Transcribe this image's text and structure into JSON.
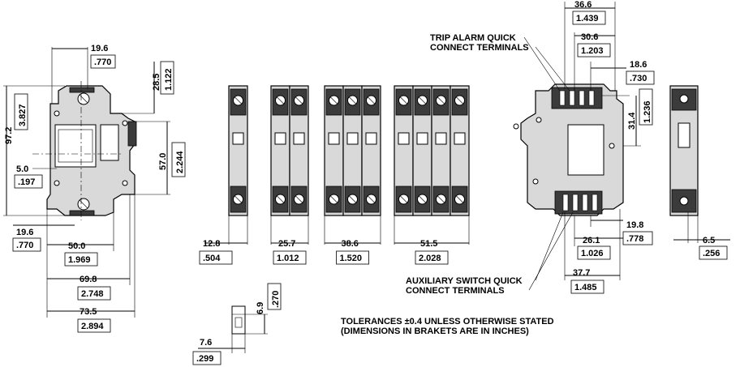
{
  "notes": {
    "trip_alarm": [
      "TRIP ALARM QUICK",
      "CONNECT TERMINALS"
    ],
    "aux_switch": [
      "AUXILIARY SWITCH QUICK",
      "CONNECT TERMINALS"
    ],
    "tolerances": [
      "TOLERANCES ±0.4 UNLESS OTHERWISE STATED",
      "(DIMENSIONS IN BRAKETS ARE IN INCHES)"
    ]
  },
  "side_view": {
    "top_width": {
      "mm": "19.6",
      "in": ".770"
    },
    "height": {
      "mm": "97.2",
      "in": "3.827"
    },
    "top_offset": {
      "mm": "28.5",
      "in": "1.122"
    },
    "middle": {
      "mm": "57.0",
      "in": "2.244"
    },
    "left_offset": {
      "mm": "5.0",
      "in": ".197"
    },
    "bottom_left": {
      "mm": "19.6",
      "in": ".770"
    },
    "w50": {
      "mm": "50.0",
      "in": "1.969"
    },
    "w69": {
      "mm": "69.8",
      "in": "2.748"
    },
    "w73": {
      "mm": "73.5",
      "in": "2.894"
    }
  },
  "front_views": [
    {
      "poles": 1,
      "mm": "12.8",
      "in": ".504"
    },
    {
      "poles": 2,
      "mm": "25.7",
      "in": "1.012"
    },
    {
      "poles": 3,
      "mm": "38.6",
      "in": "1.520"
    },
    {
      "poles": 4,
      "mm": "51.5",
      "in": "2.028"
    }
  ],
  "handle_detail": {
    "height": {
      "mm": "6.9",
      "in": ".270"
    },
    "width": {
      "mm": "7.6",
      "in": ".299"
    }
  },
  "accessory_view": {
    "top1": {
      "mm": "36.6",
      "in": "1.439"
    },
    "top2": {
      "mm": "30.6",
      "in": "1.203"
    },
    "top3": {
      "mm": "18.6",
      "in": ".730"
    },
    "right": {
      "mm": "31.4",
      "in": "1.236"
    },
    "bot1": {
      "mm": "19.8",
      "in": ".778"
    },
    "bot2": {
      "mm": "26.1",
      "in": "1.026"
    },
    "bot3": {
      "mm": "37.7",
      "in": "1.485"
    }
  },
  "end_view": {
    "mm": "6.5",
    "in": ".256"
  }
}
